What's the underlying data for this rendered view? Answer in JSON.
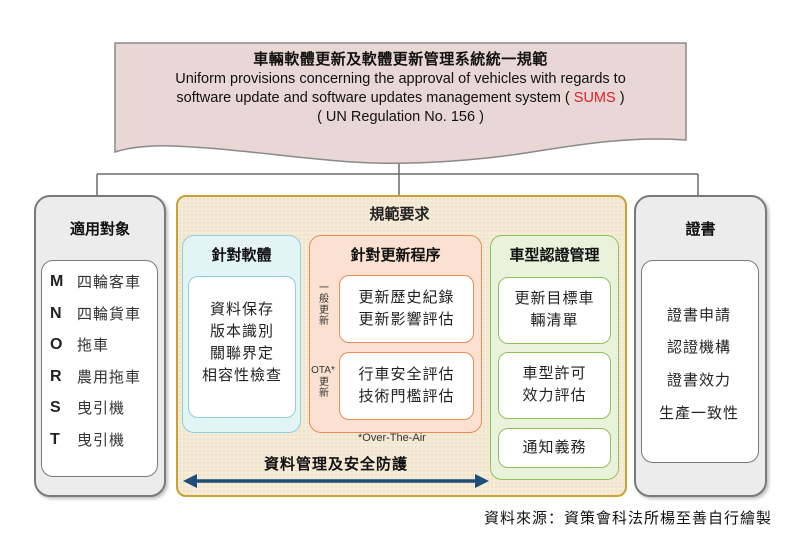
{
  "title": {
    "zh": "車輛軟體更新及軟體更新管理系統統一規範",
    "en_line1": "Uniform provisions concerning the approval of vehicles with regards to",
    "en_line2_pre": "software update and software updates management system (",
    "en_line2_acronym": "SUMS",
    "en_line2_post": ")",
    "en_line3": "( UN Regulation No. 156 )"
  },
  "applies": {
    "title": "適用對象",
    "items": [
      {
        "letter": "M",
        "label": "四輪客車"
      },
      {
        "letter": "N",
        "label": "四輪貨車"
      },
      {
        "letter": "O",
        "label": "拖車"
      },
      {
        "letter": "R",
        "label": "農用拖車"
      },
      {
        "letter": "S",
        "label": "曳引機"
      },
      {
        "letter": "T",
        "label": "曳引機"
      }
    ]
  },
  "requirements": {
    "title": "規範要求",
    "software": {
      "title": "針對軟體",
      "items": [
        "資料保存",
        "版本識別",
        "關聯界定",
        "相容性檢查"
      ]
    },
    "process": {
      "title": "針對更新程序",
      "general_label": "一般更新",
      "general_items": [
        "更新歷史紀錄",
        "更新影響評估"
      ],
      "ota_label_prefix": "OTA*",
      "ota_label_suffix": "更新",
      "ota_items": [
        "行車安全評估",
        "技術門檻評估"
      ],
      "ota_note": "*Over-The-Air"
    },
    "type_approval": {
      "title": "車型認證管理",
      "box1": [
        "更新目標車",
        "輛清單"
      ],
      "box2": [
        "車型許可",
        "效力評估"
      ],
      "box3": "通知義務"
    },
    "data_management": "資料管理及安全防護"
  },
  "certificate": {
    "title": "證書",
    "items": [
      "證書申請",
      "認證機構",
      "證書效力",
      "生產一致性"
    ]
  },
  "source": "資料來源：資策會科法所楊至善自行繪製",
  "colors": {
    "banner_fill": "#e8d7d5",
    "sums_red": "#e0202a",
    "req_border": "#c8a233",
    "software_border": "#8fcfdc",
    "process_border": "#ea8b57",
    "type_border": "#8fc25b",
    "arrow_blue": "#1f4e79"
  }
}
